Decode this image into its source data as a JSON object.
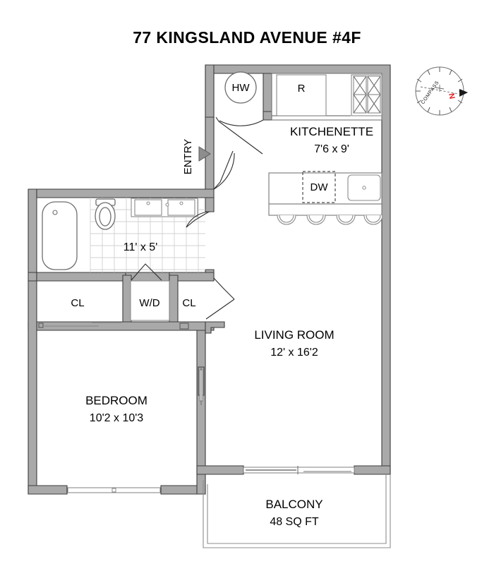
{
  "title": "77 KINGSLAND AVENUE #4F",
  "rooms": [
    {
      "key": "kitchenette",
      "name": "KITCHENETTE",
      "dimensions": "7'6 x 9'"
    },
    {
      "key": "bathroom",
      "name": "",
      "dimensions": "11' x 5'"
    },
    {
      "key": "living_room",
      "name": "LIVING ROOM",
      "dimensions": "12' x 16'2"
    },
    {
      "key": "bedroom",
      "name": "BEDROOM",
      "dimensions": "10'2 x 10'3"
    },
    {
      "key": "balcony",
      "name": "BALCONY",
      "dimensions": "48 SQ FT"
    }
  ],
  "labels": {
    "hot_water": "HW",
    "refrigerator": "R",
    "dishwasher": "DW",
    "washer_dryer": "W/D",
    "closet_left": "CL",
    "closet_right": "CL",
    "entry": "ENTRY",
    "kitchenette_name": "KITCHENETTE",
    "kitchenette_dim": "7'6 x 9'",
    "bathroom_dim": "11' x 5'",
    "living_name": "LIVING ROOM",
    "living_dim": "12' x 16'2",
    "bedroom_name": "BEDROOM",
    "bedroom_dim": "10'2 x 10'3",
    "balcony_name": "BALCONY",
    "balcony_dim": "48 SQ FT"
  },
  "compass": {
    "caption": "COMPASS",
    "north_label": "N"
  },
  "colors": {
    "wall_fill": "#a9a9a9",
    "wall_stroke": "#3d3d3d",
    "background": "#ffffff",
    "text": "#000000",
    "north_marker": "#e01b1b",
    "tile_grid": "#d2d2d2"
  }
}
